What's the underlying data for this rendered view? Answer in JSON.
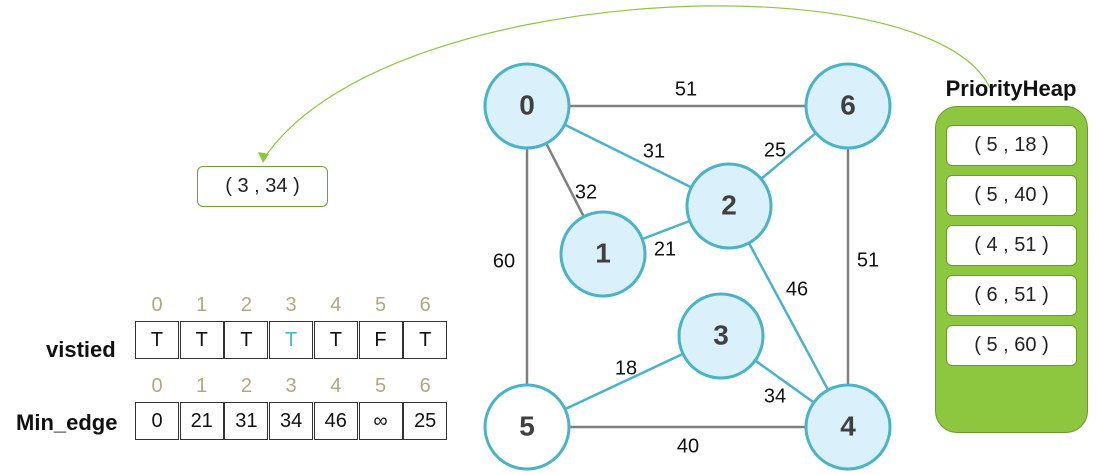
{
  "graph": {
    "nodes": [
      {
        "id": "0",
        "color": "#daf0fa"
      },
      {
        "id": "1",
        "color": "#daf0fa"
      },
      {
        "id": "2",
        "color": "#daf0fa"
      },
      {
        "id": "3",
        "color": "#daf0fa"
      },
      {
        "id": "4",
        "color": "#daf0fa"
      },
      {
        "id": "5",
        "color": "#ffffff"
      },
      {
        "id": "6",
        "color": "#daf0fa"
      }
    ],
    "edges": [
      {
        "from": "0",
        "to": "6",
        "weight": "51",
        "in_tree": false
      },
      {
        "from": "0",
        "to": "2",
        "weight": "31",
        "in_tree": true
      },
      {
        "from": "0",
        "to": "1",
        "weight": "32",
        "in_tree": false
      },
      {
        "from": "0",
        "to": "5",
        "weight": "60",
        "in_tree": false
      },
      {
        "from": "1",
        "to": "2",
        "weight": "21",
        "in_tree": true
      },
      {
        "from": "2",
        "to": "6",
        "weight": "25",
        "in_tree": true
      },
      {
        "from": "2",
        "to": "4",
        "weight": "46",
        "in_tree": true
      },
      {
        "from": "6",
        "to": "4",
        "weight": "51",
        "in_tree": false
      },
      {
        "from": "3",
        "to": "5",
        "weight": "18",
        "in_tree": true
      },
      {
        "from": "3",
        "to": "4",
        "weight": "34",
        "in_tree": true
      },
      {
        "from": "5",
        "to": "4",
        "weight": "40",
        "in_tree": false
      }
    ],
    "colors": {
      "tree_edge": "#4ab3c8",
      "other_edge": "#808080",
      "node_border": "#4ab3c8",
      "arrow": "#8dc63f"
    }
  },
  "popped_item": "( 3 , 34 )",
  "priority_heap": {
    "title": "PriorityHeap",
    "items": [
      "( 5 , 18 )",
      "( 5 , 40 )",
      "( 4 , 51 )",
      "( 6 , 51 )",
      "( 5 , 60 )"
    ]
  },
  "visited": {
    "label": "vistied",
    "indices": [
      "0",
      "1",
      "2",
      "3",
      "4",
      "5",
      "6"
    ],
    "values": [
      "T",
      "T",
      "T",
      "T",
      "T",
      "F",
      "T"
    ],
    "highlight_index": 3,
    "highlight_color": "#4ab3e0"
  },
  "min_edge": {
    "label": "Min_edge",
    "indices": [
      "0",
      "1",
      "2",
      "3",
      "4",
      "5",
      "6"
    ],
    "values": [
      "0",
      "21",
      "31",
      "34",
      "46",
      "∞",
      "25"
    ]
  }
}
